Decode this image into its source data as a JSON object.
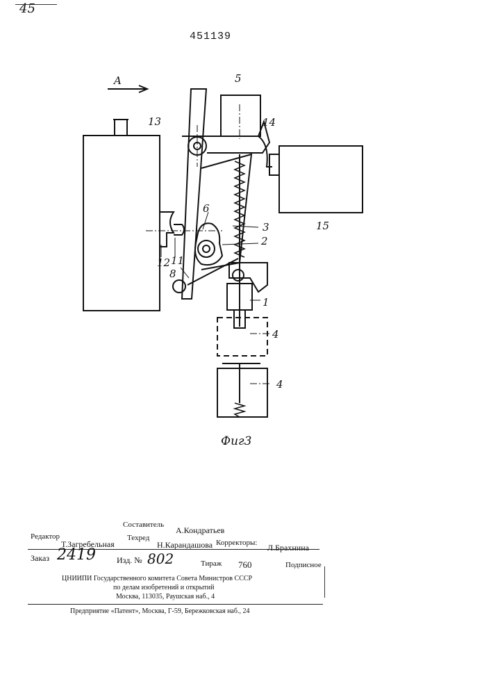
{
  "page": {
    "corner_note": "45",
    "patent_number": "451139"
  },
  "figure": {
    "caption": "Фиг3",
    "arrow_label": "A",
    "labels": {
      "l1": "1",
      "l2": "2",
      "l3": "3",
      "l4a": "4",
      "l4b": "4",
      "l5": "5",
      "l6": "6",
      "l8": "8",
      "l11": "11",
      "l12": "12",
      "l13": "13",
      "l14": "14",
      "l15": "15"
    }
  },
  "imprint": {
    "compiler_label": "Составитель",
    "compiler_name": "А.Кондратьев",
    "editor_label": "Редактор",
    "editor_name": "Т.Загребельная",
    "techred_label": "Техред",
    "techred_name": "Н.Карандашова",
    "correctors_label": "Корректоры:",
    "corrector_name": "Л.Брахнина",
    "order_label": "Заказ",
    "order_number": "2419",
    "issue_label": "Изд. №",
    "issue_number": "802",
    "print_run_label": "Тираж",
    "print_run": "760",
    "subscription": "Подписное",
    "org_line1": "ЦНИИПИ Государственного комитета Совета Министров СССР",
    "org_line2": "по делам изобретений и открытий",
    "org_line3": "Москва, 113035, Раушская наб., 4",
    "enterprise": "Предприятие «Патент», Москва, Г-59, Бережковская наб., 24"
  }
}
